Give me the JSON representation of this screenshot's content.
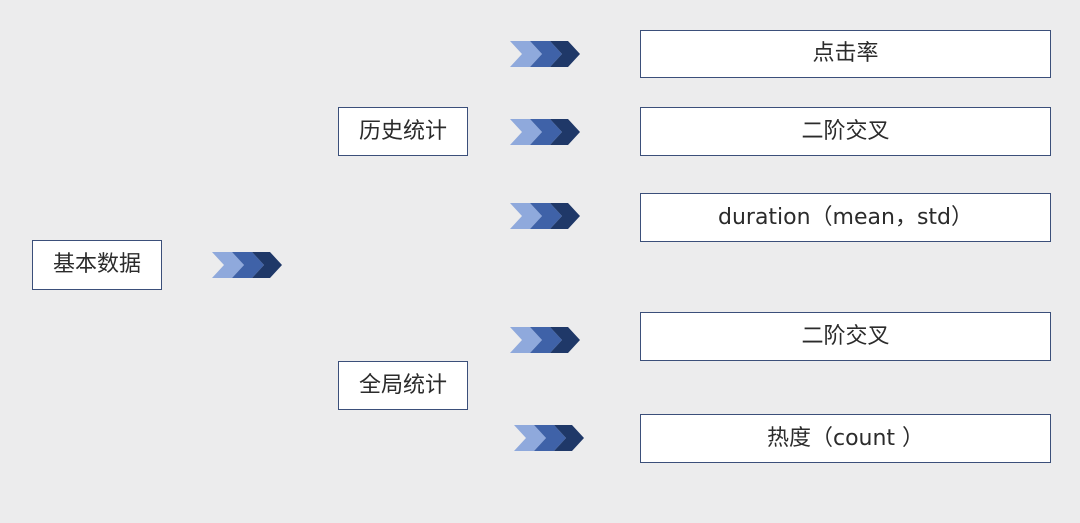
{
  "root": {
    "label": "基本数据"
  },
  "groups": [
    {
      "label": "历史统计",
      "items": [
        "点击率",
        "二阶交叉",
        "duration（mean，std）"
      ]
    },
    {
      "label": "全局统计",
      "items": [
        "二阶交叉",
        "热度（count  ）"
      ]
    }
  ],
  "colors": {
    "background": "#ececed",
    "box_border": "#3b4f7a",
    "chevron_light": "#8fa9dc",
    "chevron_mid": "#3f62a8",
    "chevron_dark": "#1f3868"
  },
  "icons": {
    "connector": "chevron-arrow-icon"
  }
}
